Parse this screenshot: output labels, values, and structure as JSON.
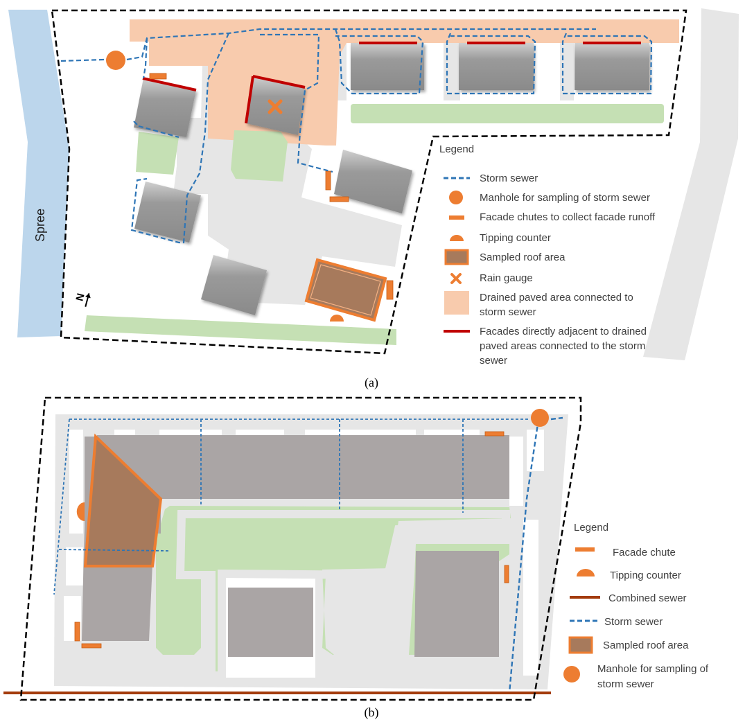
{
  "colors": {
    "river": "#bcd6ec",
    "paved_drained": "#f8cbad",
    "paved": "#e6e6e6",
    "green": "#c5e0b4",
    "building": "#9d9d9d",
    "roof_b": "#aaa5a5",
    "sampled_roof": "#a77a5c",
    "orange": "#ed7d31",
    "storm_sewer": "#2e75b6",
    "combined_sewer": "#a33b0c",
    "facade_red": "#c00000"
  },
  "figure_a": {
    "caption": "(a)",
    "river_label": "Spree",
    "north_label": "N",
    "legend": {
      "title": "Legend",
      "items": [
        {
          "icon": "storm-sewer-line-icon",
          "label": "Storm sewer"
        },
        {
          "icon": "manhole-icon",
          "label": "Manhole for sampling of storm sewer"
        },
        {
          "icon": "facade-chute-icon",
          "label": "Facade chutes to collect facade runoff"
        },
        {
          "icon": "tipping-counter-icon",
          "label": "Tipping counter"
        },
        {
          "icon": "sampled-roof-icon",
          "label": "Sampled roof area"
        },
        {
          "icon": "rain-gauge-icon",
          "label": "Rain gauge"
        },
        {
          "icon": "drained-paved-area-icon",
          "label": "Drained paved area connected to",
          "label2": "storm sewer"
        },
        {
          "icon": "red-facade-line-icon",
          "label": "Facades directly adjacent to drained",
          "label2": "paved areas connected to the storm",
          "label3": "sewer"
        }
      ]
    }
  },
  "figure_b": {
    "caption": "(b)",
    "legend": {
      "title": "Legend",
      "items": [
        {
          "icon": "facade-chute-icon",
          "label": "Facade chute"
        },
        {
          "icon": "tipping-counter-icon",
          "label": "Tipping counter"
        },
        {
          "icon": "combined-sewer-line-icon",
          "label": "Combined sewer"
        },
        {
          "icon": "storm-sewer-line-icon",
          "label": "Storm sewer"
        },
        {
          "icon": "sampled-roof-icon",
          "label": "Sampled roof area"
        },
        {
          "icon": "manhole-icon",
          "label": "Manhole for sampling of",
          "label2": "storm sewer"
        }
      ]
    }
  }
}
